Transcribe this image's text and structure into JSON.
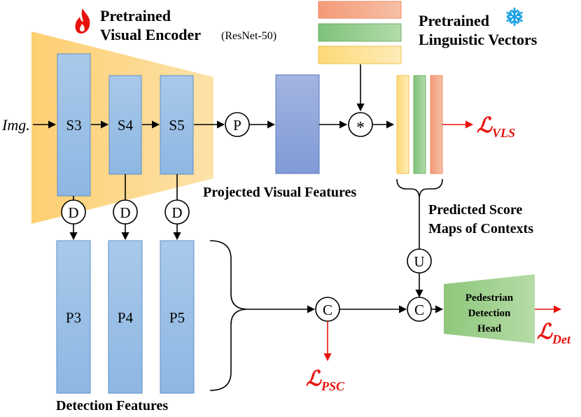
{
  "encoder": {
    "title_line1": "Pretrained",
    "title_line2": "Visual Encoder",
    "model": "(ResNet-50)"
  },
  "linguistic": {
    "title_line1": "Pretrained",
    "title_line2": "Linguistic Vectors"
  },
  "input_label": "Img.",
  "stages": [
    "S3",
    "S4",
    "S5"
  ],
  "detection_features": [
    "P3",
    "P4",
    "P5"
  ],
  "ops": {
    "pool": "P",
    "downsample": "D",
    "multiply": "*",
    "upsample": "U",
    "concat": "C"
  },
  "labels": {
    "projected": "Projected Visual Features",
    "score_maps_line1": "Predicted Score",
    "score_maps_line2": "Maps of Contexts",
    "detection_features": "Detection Features",
    "head_line1": "Pedestrian",
    "head_line2": "Detection",
    "head_line3": "Head"
  },
  "losses": {
    "vls": {
      "symbol": "ℒ",
      "sub": "VLS"
    },
    "psc": {
      "symbol": "ℒ",
      "sub": "PSC"
    },
    "det": {
      "symbol": "ℒ",
      "sub": "Det"
    }
  },
  "icons": {
    "encoder_state": "fire-icon",
    "linguistic_state": "snowflake-icon"
  },
  "colors": {
    "encoder_fill": "#fdd383",
    "feature_block": "#9dc3e6",
    "projected_block": "#8ea9db",
    "vector_orange": "#f4a582",
    "vector_green": "#8dc985",
    "vector_yellow": "#fde18a",
    "head_fill": "#9fd08c",
    "loss_red": "#e8120c",
    "fire": "#e8120c",
    "snowflake": "#1ca0e4"
  }
}
